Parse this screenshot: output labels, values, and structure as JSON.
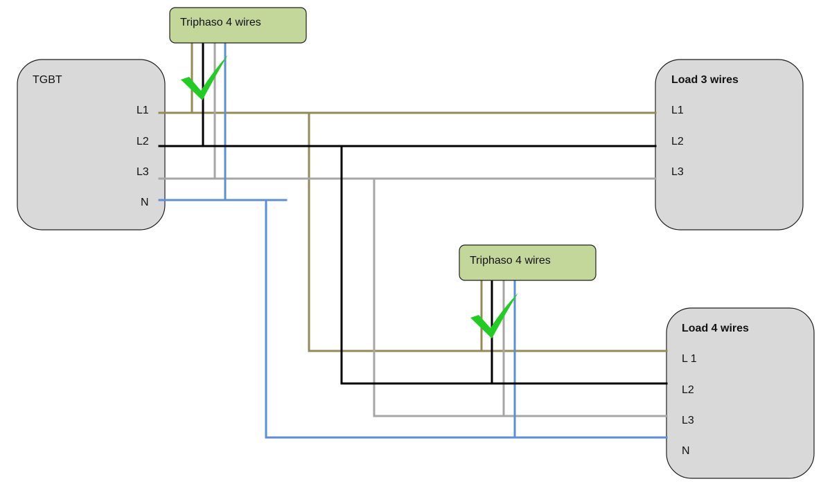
{
  "colors": {
    "l1": "#948a54",
    "l2": "#000000",
    "l3": "#a6a6a6",
    "neutral": "#5b8fd6",
    "panel_fill": "#d9d9d9",
    "meter_fill": "#c4d79b",
    "check": "#22cc22"
  },
  "tgbt": {
    "title": "TGBT",
    "terminals": [
      "L1",
      "L2",
      "L3",
      "N"
    ]
  },
  "meter_top": {
    "label": "Triphaso 4 wires",
    "status_icon": "check-icon"
  },
  "meter_bottom": {
    "label": "Triphaso 4 wires",
    "status_icon": "check-icon"
  },
  "load3": {
    "title": "Load 3 wires",
    "terminals": [
      "L1",
      "L2",
      "L3"
    ]
  },
  "load4": {
    "title": "Load 4 wires",
    "terminals": [
      "L 1",
      "L2",
      "L3",
      "N"
    ]
  }
}
